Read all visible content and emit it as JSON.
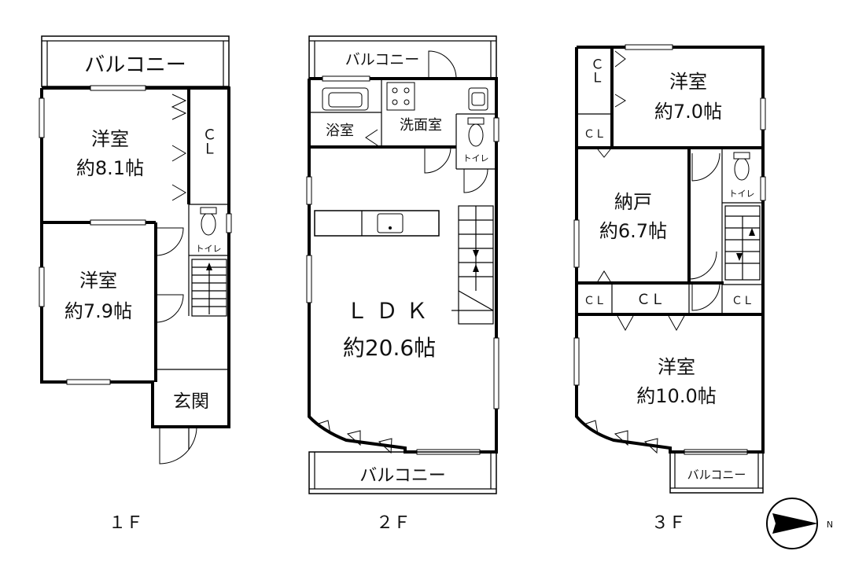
{
  "floors": {
    "f1": {
      "label": "１Ｆ",
      "balcony": "バルコニー",
      "room_a": {
        "name": "洋室",
        "size": "約8.1帖"
      },
      "room_b": {
        "name": "洋室",
        "size": "約7.9帖"
      },
      "closet": "ＣＬ",
      "toilet": "トイレ",
      "entrance": "玄関"
    },
    "f2": {
      "label": "２Ｆ",
      "balcony_top": "バルコニー",
      "balcony_bottom": "バルコニー",
      "bath": "浴室",
      "washroom": "洗面室",
      "toilet": "トイレ",
      "ldk": {
        "name": "ＬＤＫ",
        "size": "約20.6帖"
      }
    },
    "f3": {
      "label": "３Ｆ",
      "room_a": {
        "name": "洋室",
        "size": "約7.0帖"
      },
      "storage": {
        "name": "納戸",
        "size": "約6.7帖"
      },
      "room_b": {
        "name": "洋室",
        "size": "約10.0帖"
      },
      "cl_top": "ＣＬ",
      "cl_1": "ＣＬ",
      "cl_2": "ＣＬ",
      "cl_3": "ＣＬ",
      "cl_4": "ＣＬ",
      "toilet": "トイレ",
      "balcony": "バルコニー"
    }
  },
  "compass": {
    "north": "N",
    "icon": "compass-north-icon"
  }
}
